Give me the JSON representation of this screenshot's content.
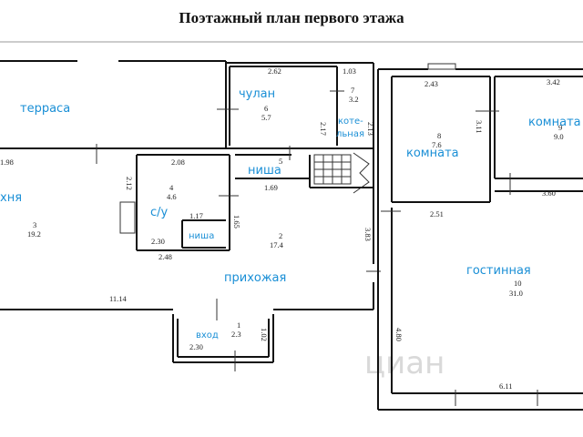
{
  "title": "Поэтажный план первого этажа",
  "watermark": "циан",
  "rooms": {
    "terrace": "терраса",
    "pantry": "чулан",
    "boiler": "котельная",
    "kitchen": "хня",
    "wc": "с/у",
    "niche1": "ниша",
    "niche2": "ниша",
    "room_a": "комната",
    "room_b": "комната",
    "hall": "прихожая",
    "living": "гостинная",
    "entrance": "вход"
  },
  "labels": {
    "l262": "2.62",
    "l103": "1.03",
    "n6": "6",
    "a57": "5.7",
    "n7": "7",
    "a32": "3.2",
    "l217": "2.17",
    "l213": "2.13",
    "l198": "1.98",
    "l208": "2.08",
    "l212": "2.12",
    "n4": "4",
    "a46": "4.6",
    "n5": "5",
    "l169": "1.69",
    "l117": "1.17",
    "l165": "1.65",
    "l230a": "2.30",
    "l248": "2.48",
    "n3": "3",
    "a192": "19.2",
    "n2": "2",
    "a174": "17.4",
    "l383": "3.83",
    "l1114": "11.14",
    "n1": "1",
    "a23": "2.3",
    "l102": "1.02",
    "l230b": "2.30",
    "l243": "2.43",
    "l311": "3.11",
    "n8": "8",
    "a76": "7.6",
    "l342": "3.42",
    "n9": "9",
    "a90": "9.0",
    "l360": "3.60",
    "l251": "2.51",
    "n10": "10",
    "a310": "31.0",
    "l480": "4.80",
    "l611": "6.11"
  }
}
